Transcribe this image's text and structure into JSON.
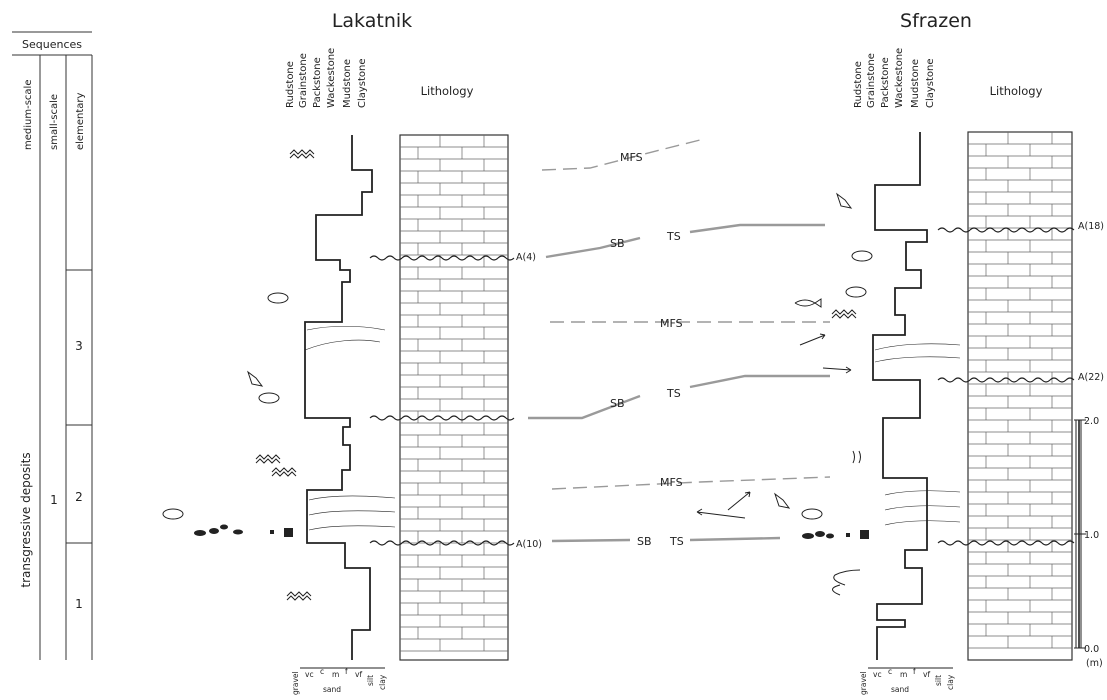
{
  "sections": {
    "left_title": "Lakatnik",
    "right_title": "Sfrazen"
  },
  "sequences": {
    "header": "Sequences",
    "columns": [
      "medium-scale",
      "small-scale",
      "elementary"
    ],
    "medium_label": "transgressive deposits",
    "small_label": "1",
    "elementary_labels": [
      "1",
      "2",
      "3"
    ]
  },
  "texture_legend": [
    "Rudstone",
    "Grainstone",
    "Packstone",
    "Wackestone",
    "Mudstone",
    "Claystone"
  ],
  "lithology_header": "Lithology",
  "grain_scale": {
    "gravel": "gravel",
    "sand_sub": [
      "vc",
      "c",
      "m",
      "f",
      "vf"
    ],
    "sand": "sand",
    "silt": "silt",
    "clay": "clay"
  },
  "correlation": {
    "mfs": "MFS",
    "sb": "SB",
    "ts": "TS",
    "left_markers": [
      "A(4)",
      "A(10)"
    ],
    "right_markers": [
      "A(18)",
      "A(22)"
    ]
  },
  "scale_bar": {
    "ticks": [
      "2.0",
      "1.0",
      "0.0"
    ],
    "unit": "(m)"
  },
  "colors": {
    "ink": "#222222",
    "correlation_line": "#9a9a9a",
    "lith_line": "#666666"
  }
}
